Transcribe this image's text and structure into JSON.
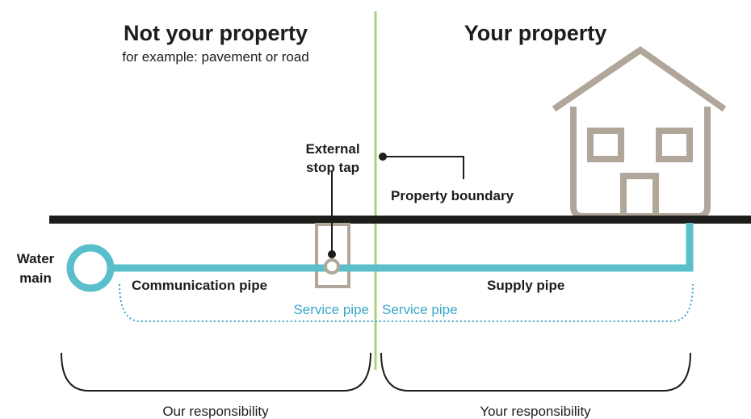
{
  "headings": {
    "not_your_property": "Not your property",
    "not_your_property_sub": "for example: pavement or road",
    "your_property": "Your property"
  },
  "labels": {
    "external_stop_tap_line1": "External",
    "external_stop_tap_line2": "stop tap",
    "property_boundary": "Property boundary",
    "water_main_line1": "Water",
    "water_main_line2": "main",
    "communication_pipe": "Communication pipe",
    "supply_pipe": "Supply pipe",
    "service_pipe_left": "Service pipe",
    "service_pipe_right": "Service pipe"
  },
  "responsibility": {
    "ours": "Our responsibility",
    "yours": "Your responsibility"
  },
  "colors": {
    "pipe": "#5bbfcb",
    "service_text": "#3aa6c8",
    "boundary_line": "#a9d37a",
    "house": "#b0a69a",
    "ground": "#1d1d1b",
    "stop_tap_box": "#b0a69a"
  }
}
